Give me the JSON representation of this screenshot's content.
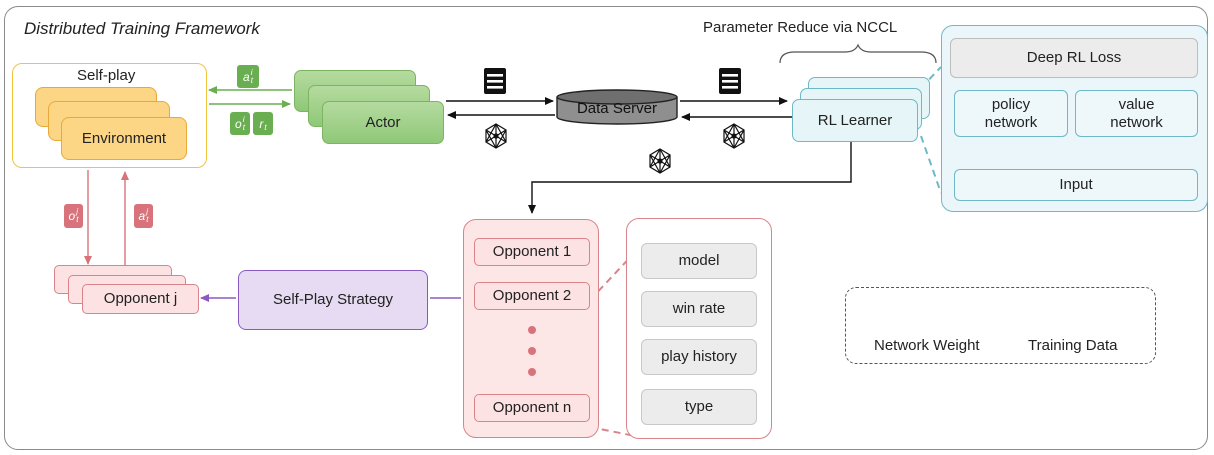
{
  "title": "Distributed Training Framework",
  "self_play": {
    "label": "Self-play",
    "environment_label": "Environment"
  },
  "actor": {
    "label": "Actor"
  },
  "data_server": {
    "label": "Data Server"
  },
  "learner": {
    "label": "RL Learner",
    "reduce_label": "Parameter Reduce via NCCL"
  },
  "loss_panel": {
    "loss_label": "Deep RL Loss",
    "policy_label": "policy\nnetwork",
    "value_label": "value\nnetwork",
    "input_label": "Input"
  },
  "signals": {
    "action": "a",
    "observation": "o",
    "reward": "r",
    "index_i": "i",
    "index_j": "j",
    "time": "t"
  },
  "opponent_pool": {
    "items": [
      "Opponent 1",
      "Opponent 2",
      "Opponent n"
    ],
    "attributes": [
      "model",
      "win rate",
      "play history",
      "type"
    ]
  },
  "strategy": {
    "label": "Self-Play Strategy"
  },
  "opponent_j": {
    "label": "Opponent j"
  },
  "legend": {
    "network_weight": "Network Weight",
    "training_data": "Training Data"
  },
  "colors": {
    "green": "#6aae52",
    "red": "#d9737b",
    "purple": "#8a5ac2",
    "teal": "#6fb8c6",
    "yellow": "#f2c43b"
  },
  "icons": [
    "training-data-icon",
    "network-weight-icon"
  ]
}
